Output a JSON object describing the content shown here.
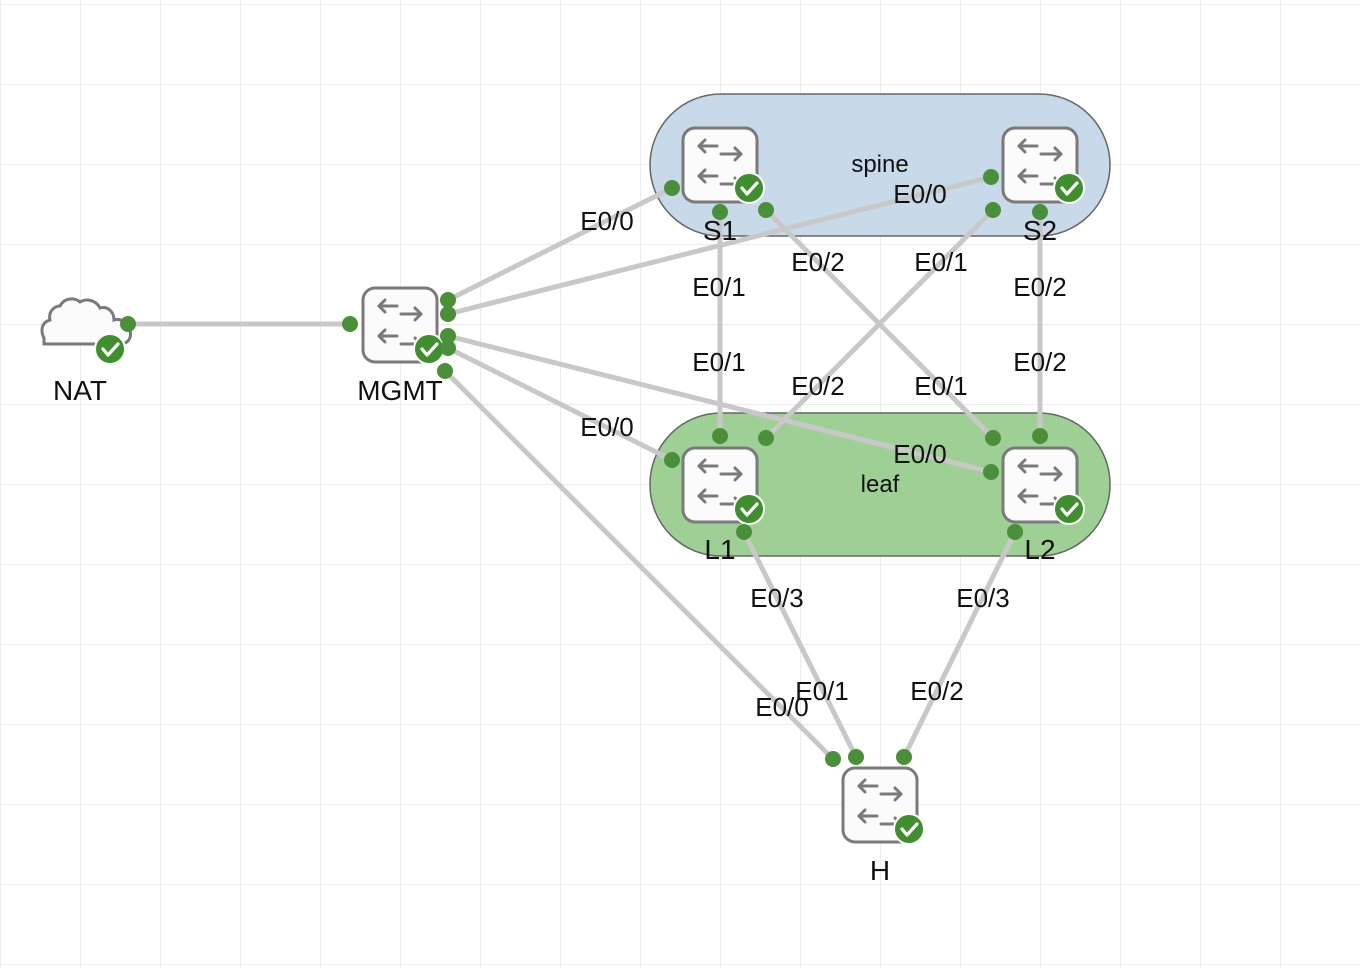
{
  "colors": {
    "link": "#c8c8c8",
    "port_dot": "#4a8f3a",
    "status_ok": "#3f8f2f",
    "spine_fill": "#c8d9ea",
    "leaf_fill": "#9ecf94",
    "device_border": "#7a7a7a"
  },
  "groups": [
    {
      "id": "spine",
      "label": "spine"
    },
    {
      "id": "leaf",
      "label": "leaf"
    }
  ],
  "nodes": [
    {
      "id": "NAT",
      "label": "NAT",
      "icon": "cloud-icon",
      "status": "ok"
    },
    {
      "id": "MGMT",
      "label": "MGMT",
      "icon": "switch-icon",
      "status": "ok"
    },
    {
      "id": "S1",
      "label": "S1",
      "icon": "switch-icon",
      "status": "ok"
    },
    {
      "id": "S2",
      "label": "S2",
      "icon": "switch-icon",
      "status": "ok"
    },
    {
      "id": "L1",
      "label": "L1",
      "icon": "switch-icon",
      "status": "ok"
    },
    {
      "id": "L2",
      "label": "L2",
      "icon": "switch-icon",
      "status": "ok"
    },
    {
      "id": "H",
      "label": "H",
      "icon": "switch-icon",
      "status": "ok"
    }
  ],
  "links": [
    {
      "from": "NAT",
      "to": "MGMT",
      "from_port": "",
      "to_port": ""
    },
    {
      "from": "MGMT",
      "to": "S1",
      "from_port": "",
      "to_port": "E0/0"
    },
    {
      "from": "MGMT",
      "to": "S2",
      "from_port": "",
      "to_port": "E0/0"
    },
    {
      "from": "MGMT",
      "to": "L1",
      "from_port": "",
      "to_port": "E0/0"
    },
    {
      "from": "MGMT",
      "to": "L2",
      "from_port": "",
      "to_port": "E0/0"
    },
    {
      "from": "MGMT",
      "to": "H",
      "from_port": "",
      "to_port": "E0/0"
    },
    {
      "from": "S1",
      "to": "L1",
      "from_port": "E0/1",
      "to_port": "E0/1"
    },
    {
      "from": "S1",
      "to": "L2",
      "from_port": "E0/2",
      "to_port": "E0/1"
    },
    {
      "from": "S2",
      "to": "L1",
      "from_port": "E0/1",
      "to_port": "E0/2"
    },
    {
      "from": "S2",
      "to": "L2",
      "from_port": "E0/2",
      "to_port": "E0/2"
    },
    {
      "from": "L1",
      "to": "H",
      "from_port": "E0/3",
      "to_port": "E0/1"
    },
    {
      "from": "L2",
      "to": "H",
      "from_port": "E0/3",
      "to_port": "E0/2"
    }
  ]
}
